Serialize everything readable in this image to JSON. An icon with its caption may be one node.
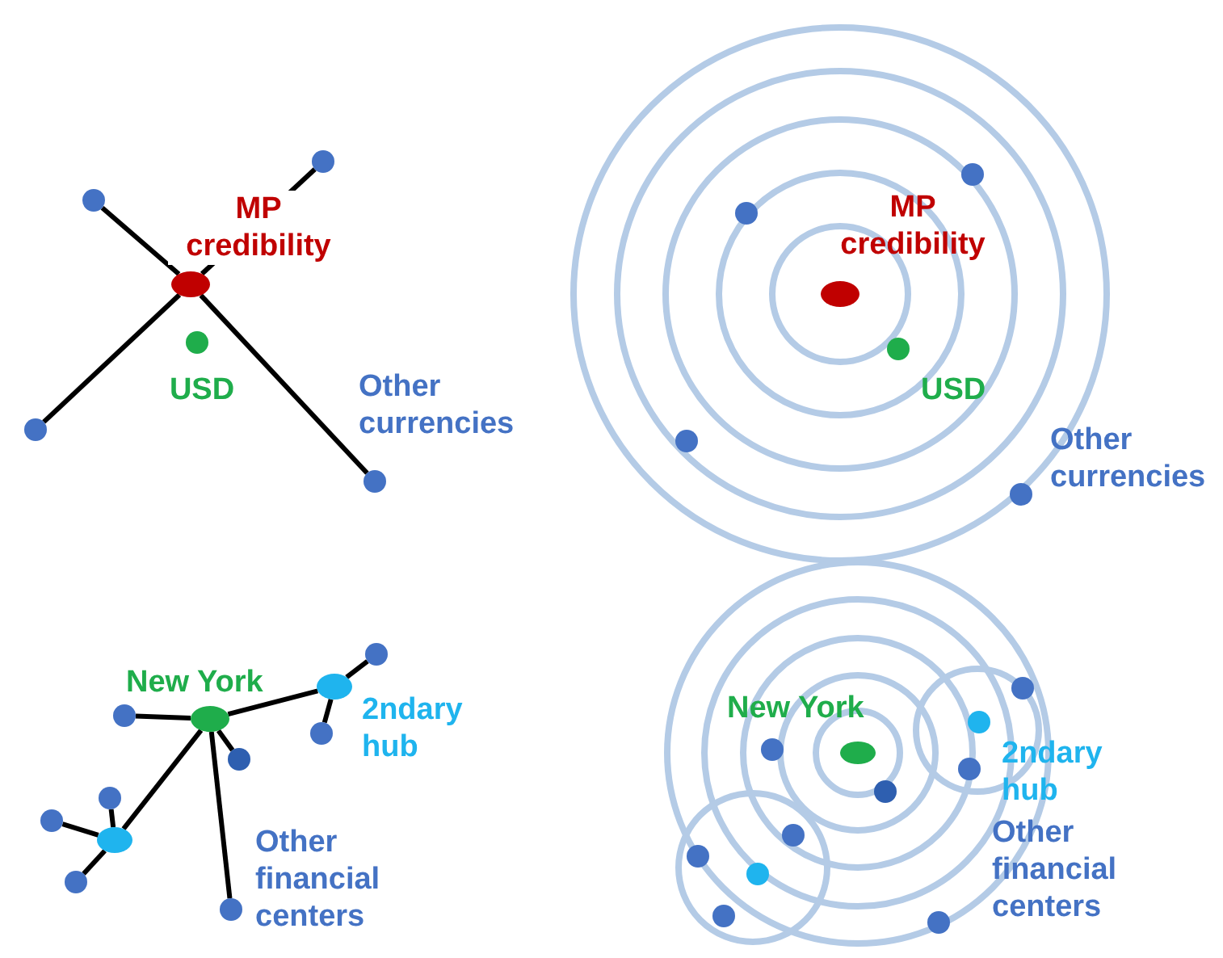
{
  "diagram": {
    "nodes": [
      {
        "text": [],
        "shape": "circle"
      },
      {
        "text": [],
        "shape": "circle"
      },
      {
        "text": [],
        "shape": "circle",
        "beside": [
          "MP credibility"
        ]
      },
      {
        "text": [],
        "shape": "circle",
        "beside": [
          "USD"
        ]
      },
      {
        "text": [],
        "shape": "circle"
      },
      {
        "text": [],
        "shape": "circle"
      },
      {
        "text": [],
        "shape": "circle"
      },
      {
        "text": [],
        "shape": "circle"
      },
      {
        "text": [],
        "shape": "circle",
        "beside": [
          "MP credibility"
        ]
      },
      {
        "text": [],
        "shape": "circle",
        "beside": [
          "USD"
        ]
      },
      {
        "text": [],
        "shape": "circle"
      },
      {
        "text": [],
        "shape": "circle"
      },
      {
        "text": [],
        "shape": "circle"
      },
      {
        "text": [],
        "shape": "circle",
        "beside": [
          "2ndary hub"
        ]
      },
      {
        "text": [],
        "shape": "circle",
        "beside": [
          "New York"
        ]
      },
      {
        "text": [],
        "shape": "circle"
      },
      {
        "text": [],
        "shape": "circle"
      },
      {
        "text": [],
        "shape": "circle"
      },
      {
        "text": [],
        "shape": "circle"
      },
      {
        "text": [],
        "shape": "circle"
      },
      {
        "text": [],
        "shape": "circle"
      },
      {
        "text": [],
        "shape": "circle"
      },
      {
        "text": [],
        "shape": "circle"
      },
      {
        "text": [],
        "shape": "circle"
      },
      {
        "text": [],
        "shape": "circle",
        "beside": [
          "2ndary hub"
        ]
      },
      {
        "text": [],
        "shape": "circle"
      },
      {
        "text": [],
        "shape": "circle",
        "beside": [
          "New York"
        ]
      },
      {
        "text": [],
        "shape": "circle"
      },
      {
        "text": [],
        "shape": "circle"
      },
      {
        "text": [],
        "shape": "circle"
      },
      {
        "text": [],
        "shape": "circle"
      },
      {
        "text": [],
        "shape": "circle"
      },
      {
        "text": [],
        "shape": "circle"
      },
      {
        "text": [],
        "shape": "circle"
      }
    ],
    "edges": [
      {
        "from": 2,
        "to": 0,
        "arrow": "none"
      },
      {
        "from": 2,
        "to": 1,
        "arrow": "none"
      },
      {
        "from": 2,
        "to": 4,
        "arrow": "none"
      },
      {
        "from": 2,
        "to": 5,
        "arrow": "none"
      },
      {
        "from": 14,
        "to": 15,
        "arrow": "none"
      },
      {
        "from": 14,
        "to": 13,
        "arrow": "none"
      },
      {
        "from": 13,
        "to": 12,
        "arrow": "none"
      },
      {
        "from": 13,
        "to": 16,
        "arrow": "none"
      },
      {
        "from": 14,
        "to": 17,
        "arrow": "none"
      },
      {
        "from": 14,
        "to": 20,
        "arrow": "none"
      },
      {
        "from": 20,
        "to": 18,
        "arrow": "none"
      },
      {
        "from": 20,
        "to": 19,
        "arrow": "none"
      },
      {
        "from": 20,
        "to": 21,
        "arrow": "none"
      },
      {
        "from": 14,
        "to": 22,
        "arrow": "none"
      }
    ],
    "labels": [
      "Other currencies",
      "Other currencies",
      "Other financial centers",
      "Other financial centers"
    ]
  }
}
